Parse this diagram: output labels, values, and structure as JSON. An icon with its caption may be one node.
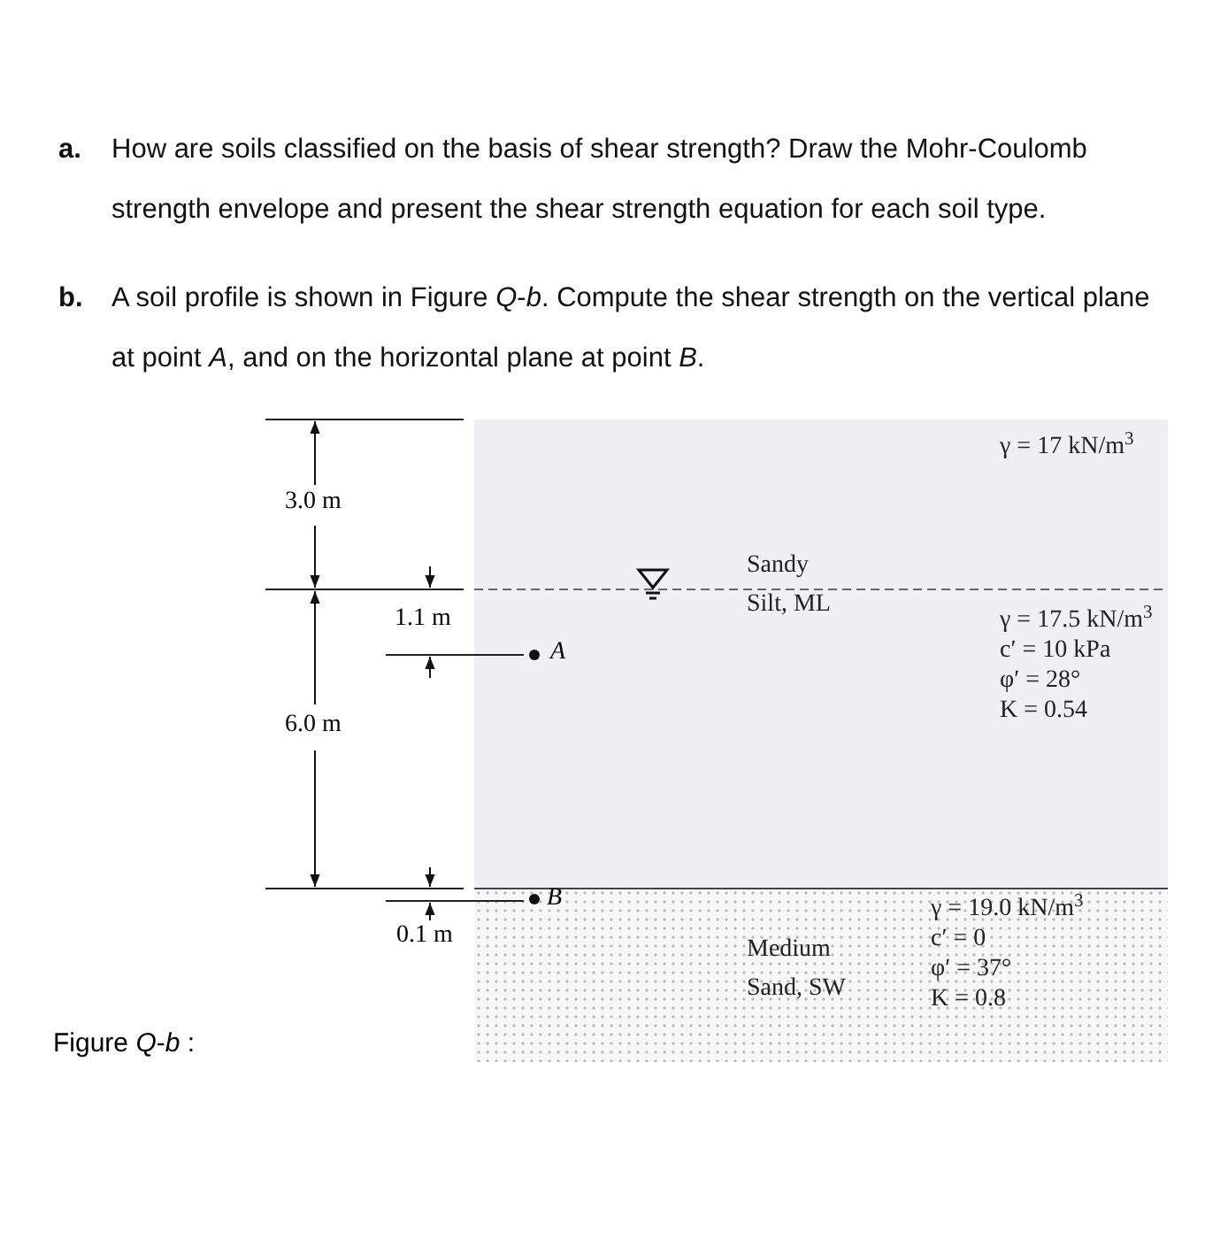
{
  "diagram": {
    "nodes": [
      {
        "text": [
          "γ = 17 kN/m$^{3}$",
          "Sandy Silt, ML",
          "γ = 17.5 kN/m$^{3}$",
          "c′ = 10 kPa",
          "φ′ = 28°",
          "K = 0.54"
        ]
      },
      {
        "text": [
          "Medium Sand, SW",
          "γ = 19.0 kN/m$^{3}$",
          "c′ = 0",
          "φ′ = 37°",
          "K = 0.8"
        ]
      }
    ],
    "labels": [
      "a.",
      "How are soils classified on the basis of shear strength? Draw the Mohr-Coulomb strength envelope and present the shear strength equation for each soil type.",
      "b.",
      "A soil profile is shown in Figure *Q*-*b*. Compute the shear strength on the vertical plane at point *A*, and on the horizontal plane at point *B*.",
      "3.0 m",
      "1.1 m",
      "A",
      "6.0 m",
      "B",
      "0.1 m",
      "Figure *Q*-*b* :"
    ]
  }
}
